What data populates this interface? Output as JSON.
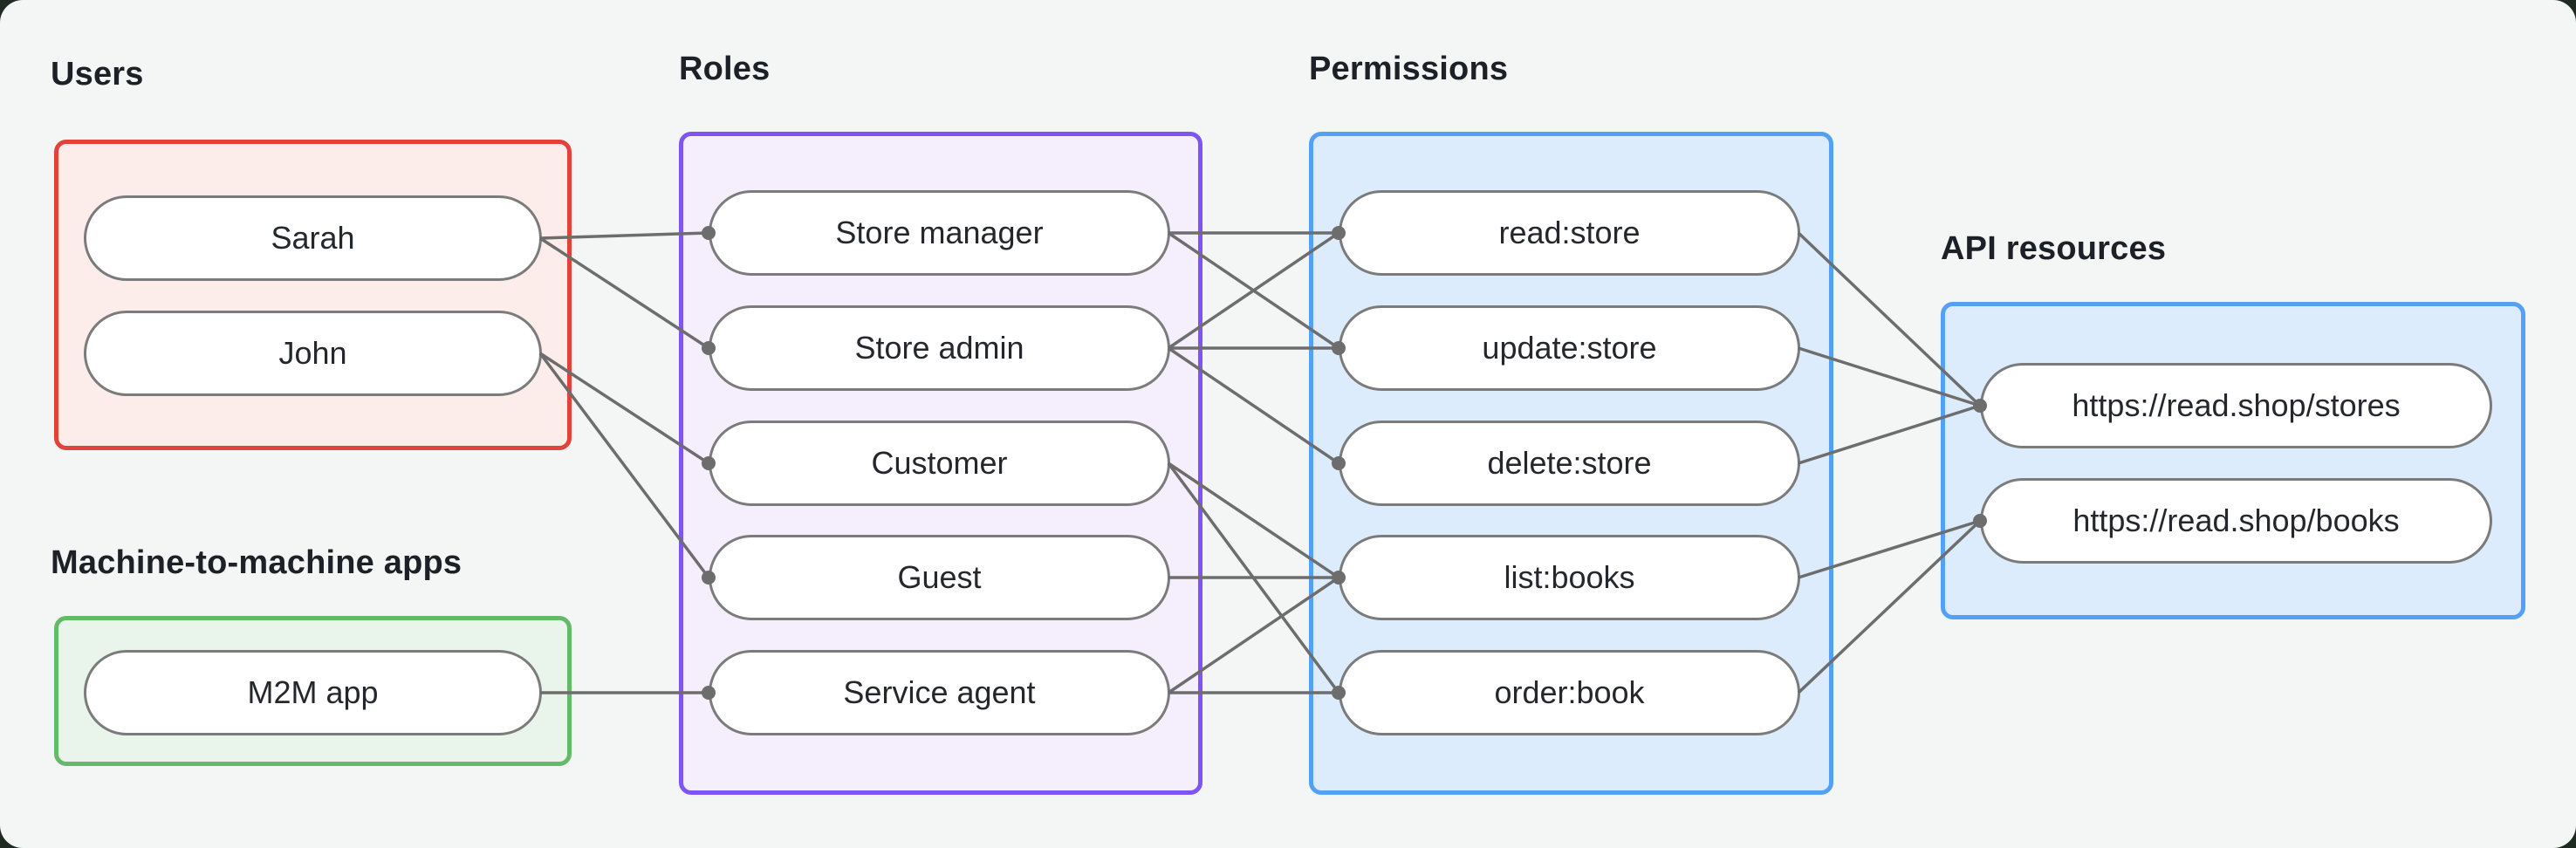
{
  "page": {
    "background": "#1e2a22",
    "canvas_background": "#f3f6f4"
  },
  "style": {
    "edge_color": "#6d6d6d",
    "node_border_color": "#7b7b7b",
    "node_fill": "#ffffff",
    "label_color": "#1d2127",
    "node_text_color": "#24272b"
  },
  "groups": [
    {
      "id": "users",
      "label": "Users",
      "border_color": "#e3423a",
      "fill": "#fcedeb",
      "nodes": [
        {
          "id": "sarah",
          "label": "Sarah"
        },
        {
          "id": "john",
          "label": "John"
        }
      ]
    },
    {
      "id": "m2m-apps",
      "label": "Machine-to-machine apps",
      "border_color": "#64ba68",
      "fill": "#e9f5ea",
      "nodes": [
        {
          "id": "m2m-app",
          "label": "M2M app"
        }
      ]
    },
    {
      "id": "roles",
      "label": "Roles",
      "border_color": "#7e55f3",
      "fill": "#f4eefd",
      "nodes": [
        {
          "id": "store-manager",
          "label": "Store manager"
        },
        {
          "id": "store-admin",
          "label": "Store admin"
        },
        {
          "id": "customer",
          "label": "Customer"
        },
        {
          "id": "guest",
          "label": "Guest"
        },
        {
          "id": "service-agent",
          "label": "Service agent"
        }
      ]
    },
    {
      "id": "permissions",
      "label": "Permissions",
      "border_color": "#55a0f7",
      "fill": "#ddecfc",
      "nodes": [
        {
          "id": "read-store",
          "label": "read:store"
        },
        {
          "id": "update-store",
          "label": "update:store"
        },
        {
          "id": "delete-store",
          "label": "delete:store"
        },
        {
          "id": "list-books",
          "label": "list:books"
        },
        {
          "id": "order-book",
          "label": "order:book"
        }
      ]
    },
    {
      "id": "api-resources",
      "label": "API resources",
      "border_color": "#55a0f7",
      "fill": "#ddecfc",
      "nodes": [
        {
          "id": "stores-api",
          "label": "https://read.shop/stores"
        },
        {
          "id": "books-api",
          "label": "https://read.shop/books"
        }
      ]
    }
  ],
  "edges": [
    [
      "sarah",
      "store-manager"
    ],
    [
      "sarah",
      "store-admin"
    ],
    [
      "john",
      "customer"
    ],
    [
      "john",
      "guest"
    ],
    [
      "m2m-app",
      "service-agent"
    ],
    [
      "store-manager",
      "read-store"
    ],
    [
      "store-manager",
      "update-store"
    ],
    [
      "store-admin",
      "read-store"
    ],
    [
      "store-admin",
      "update-store"
    ],
    [
      "store-admin",
      "delete-store"
    ],
    [
      "customer",
      "list-books"
    ],
    [
      "customer",
      "order-book"
    ],
    [
      "guest",
      "list-books"
    ],
    [
      "service-agent",
      "list-books"
    ],
    [
      "service-agent",
      "order-book"
    ],
    [
      "read-store",
      "stores-api"
    ],
    [
      "update-store",
      "stores-api"
    ],
    [
      "delete-store",
      "stores-api"
    ],
    [
      "list-books",
      "books-api"
    ],
    [
      "order-book",
      "books-api"
    ]
  ]
}
